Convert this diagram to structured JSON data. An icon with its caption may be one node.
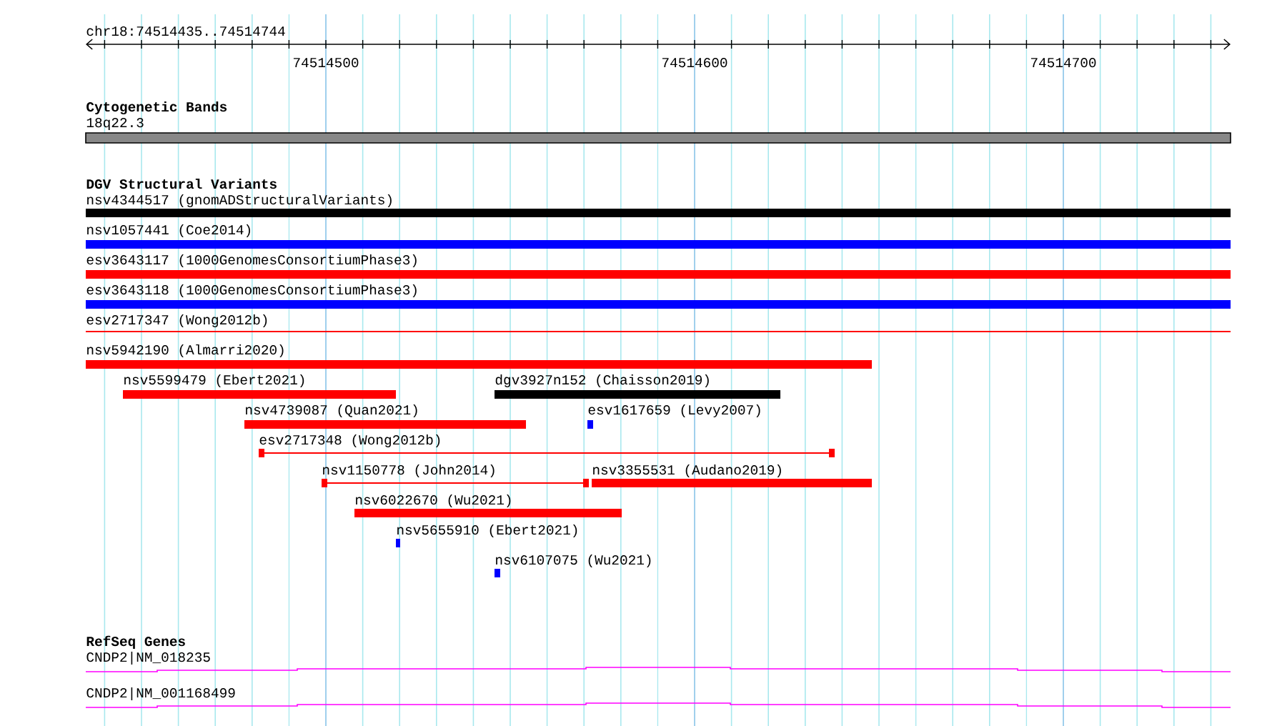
{
  "diagram": {
    "title": "chr18:74514435..74514744",
    "nodes": [
      {
        "text": [
          "18q22.3"
        ]
      },
      {
        "text": [
          "nsv4344517 (gnomADStructuralVariants)"
        ]
      },
      {
        "text": [
          "nsv1057441 (Coe2014)"
        ]
      },
      {
        "text": [
          "esv3643117 (1000GenomesConsortiumPhase3)"
        ]
      },
      {
        "text": [
          "esv3643118 (1000GenomesConsortiumPhase3)"
        ]
      },
      {
        "text": [
          "esv2717347 (Wong2012b)"
        ]
      },
      {
        "text": [
          "nsv5942190 (Almarri2020)"
        ]
      },
      {
        "text": [
          "nsv5599479 (Ebert2021)"
        ]
      },
      {
        "text": [
          "dgv3927n152 (Chaisson2019)"
        ]
      },
      {
        "text": [
          "nsv4739087 (Quan2021)"
        ]
      },
      {
        "text": [
          "esv1617659 (Levy2007)"
        ]
      },
      {
        "text": [
          "esv2717348 (Wong2012b)"
        ]
      },
      {
        "text": [
          "nsv1150778 (John2014)"
        ]
      },
      {
        "text": [
          "nsv3355531 (Audano2019)"
        ]
      },
      {
        "text": [
          "nsv6022670 (Wu2021)"
        ]
      },
      {
        "text": [
          "nsv5655910 (Ebert2021)"
        ]
      },
      {
        "text": [
          "nsv6107075 (Wu2021)"
        ]
      },
      {
        "text": [
          "CNDP2|NM_018235"
        ]
      },
      {
        "text": [
          "CNDP2|NM_001168499"
        ]
      }
    ],
    "labels": [
      "74514500",
      "74514600",
      "74514700",
      "Cytogenetic Bands",
      "DGV Structural Variants",
      "RefSeq Genes"
    ]
  }
}
